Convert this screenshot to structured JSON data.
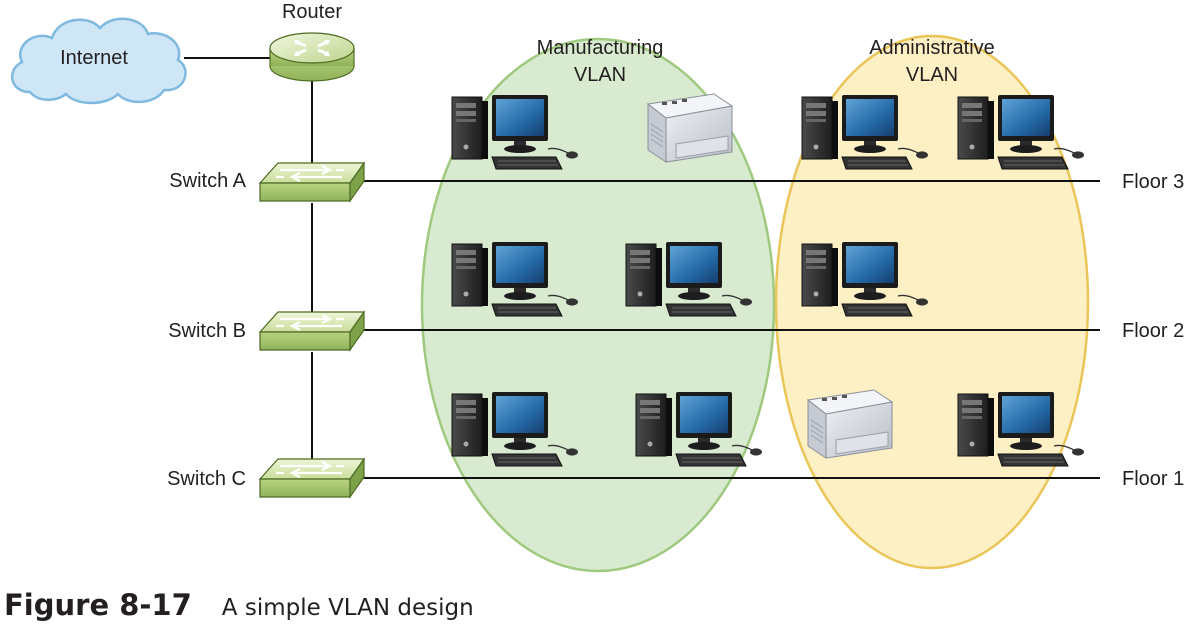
{
  "diagram": {
    "internet_label": "Internet",
    "router_label": "Router",
    "switches": [
      "Switch A",
      "Switch B",
      "Switch C"
    ],
    "floors": [
      "Floor 3",
      "Floor 2",
      "Floor 1"
    ],
    "vlans": {
      "manufacturing": {
        "line1": "Manufacturing",
        "line2": "VLAN",
        "color": "#d8ebd0",
        "border": "#9fc97f"
      },
      "administrative": {
        "line1": "Administrative",
        "line2": "VLAN",
        "color": "#fdf0c4",
        "border": "#eac55a"
      }
    },
    "devices": [
      {
        "type": "computer",
        "vlan": "Manufacturing",
        "floor": "Floor 3"
      },
      {
        "type": "printer",
        "vlan": "Manufacturing",
        "floor": "Floor 3"
      },
      {
        "type": "computer",
        "vlan": "Administrative",
        "floor": "Floor 3"
      },
      {
        "type": "computer",
        "vlan": "Administrative",
        "floor": "Floor 3"
      },
      {
        "type": "computer",
        "vlan": "Manufacturing",
        "floor": "Floor 2"
      },
      {
        "type": "computer",
        "vlan": "Manufacturing",
        "floor": "Floor 2"
      },
      {
        "type": "computer",
        "vlan": "Administrative",
        "floor": "Floor 2"
      },
      {
        "type": "computer",
        "vlan": "Manufacturing",
        "floor": "Floor 1"
      },
      {
        "type": "computer",
        "vlan": "Manufacturing",
        "floor": "Floor 1"
      },
      {
        "type": "printer",
        "vlan": "Administrative",
        "floor": "Floor 1"
      },
      {
        "type": "computer",
        "vlan": "Administrative",
        "floor": "Floor 1"
      }
    ]
  },
  "caption": {
    "number": "Figure 8-17",
    "title": "A simple VLAN design"
  }
}
